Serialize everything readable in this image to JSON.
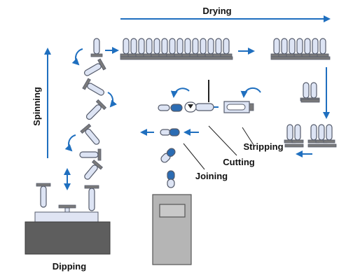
{
  "labels": {
    "drying": "Drying",
    "spinning": "Spinning",
    "dipping": "Dipping",
    "stripping": "Stripping",
    "cutting": "Cutting",
    "joining": "Joining"
  },
  "colors": {
    "arrow": "#1f6fbf",
    "pin_fill": "#dde4f4",
    "pin_stroke": "#555b6b",
    "base": "#7a7a7a",
    "capsule_blue": "#2b6cb3",
    "tank_fill": "#5e5e5e",
    "tray_fill": "#dfe4f3",
    "machine_fill": "#b5b5b5"
  },
  "icons": [
    "flow-arrow",
    "curved-rotation-arrow",
    "capsule-pin",
    "capsule-shell",
    "knife-blade",
    "machine-cabinet"
  ]
}
